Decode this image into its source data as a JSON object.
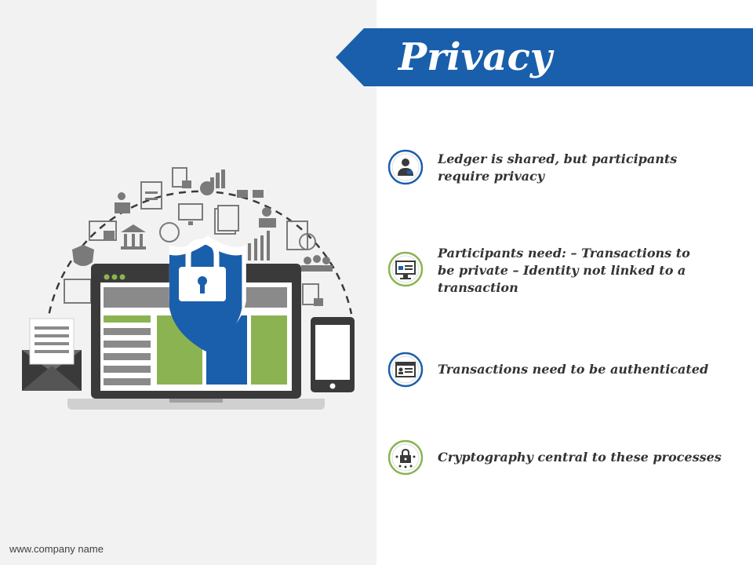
{
  "title": "Privacy",
  "footer": "www.company name",
  "colors": {
    "blue": "#1a5fab",
    "green": "#8cb352",
    "dark": "#3a3a3a",
    "gray": "#8a8a8a",
    "panel": "#f2f2f2"
  },
  "items": [
    {
      "text": "Ledger is shared, but participants require privacy",
      "icon": "user-badge-icon",
      "ring": "blue"
    },
    {
      "text": "Participants need: – Transactions to be private – Identity not linked to a transaction",
      "icon": "monitor-lock-icon",
      "ring": "green"
    },
    {
      "text": "Transactions need to be authenticated",
      "icon": "id-card-icon",
      "ring": "blue"
    },
    {
      "text": "Cryptography central to these processes",
      "icon": "circuit-lock-icon",
      "ring": "green"
    }
  ]
}
